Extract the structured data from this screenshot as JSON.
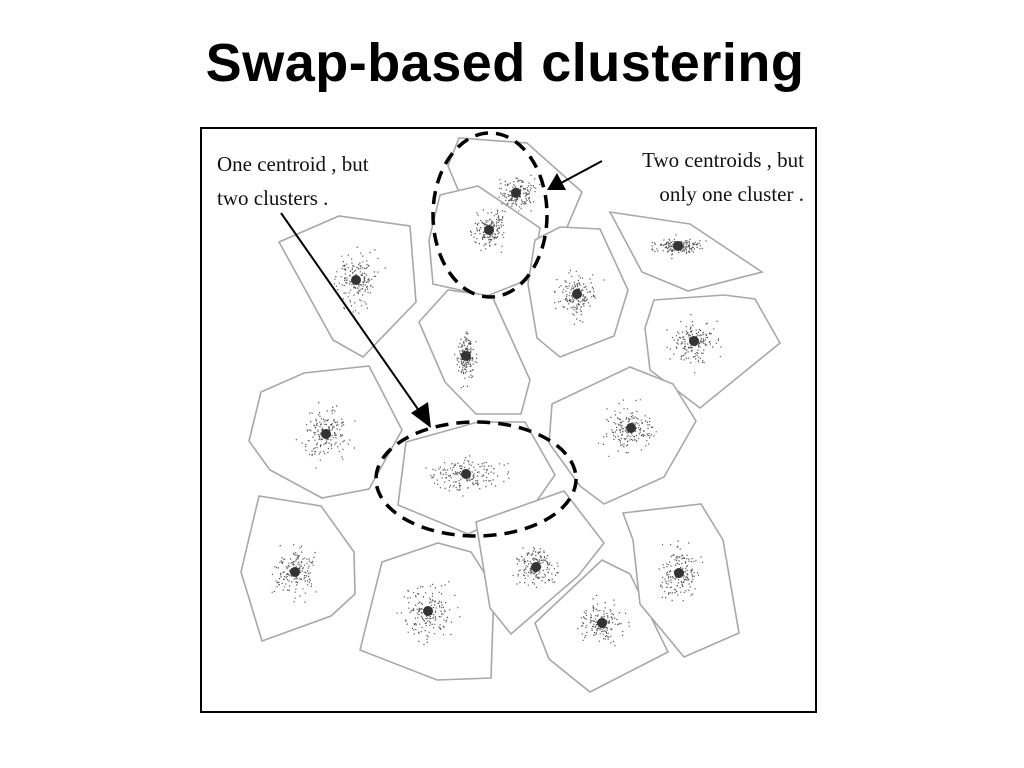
{
  "slide": {
    "title": "Swap-based clustering"
  },
  "annotations": {
    "left_line1": "One centroid , but",
    "left_line2": "two clusters .",
    "right_line1": "Two centroids , but",
    "right_line2": "only one cluster ."
  },
  "colors": {
    "frame": "#000000",
    "cluster_outline": "#a8a8a8",
    "points": "#555555",
    "centroid": "#333333",
    "dashed_highlight": "#000000"
  }
}
